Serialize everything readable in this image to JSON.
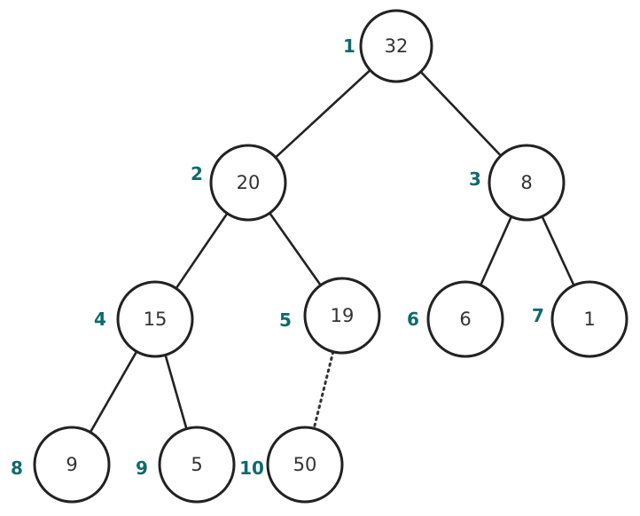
{
  "colors": {
    "index_label": "#0f6b6b",
    "node_stroke": "#222222",
    "edge": "#222222",
    "value_text": "#333333"
  },
  "heap": {
    "nodes": [
      {
        "index": "1",
        "value": "32"
      },
      {
        "index": "2",
        "value": "20"
      },
      {
        "index": "3",
        "value": "8"
      },
      {
        "index": "4",
        "value": "15"
      },
      {
        "index": "5",
        "value": "19"
      },
      {
        "index": "6",
        "value": "6"
      },
      {
        "index": "7",
        "value": "1"
      },
      {
        "index": "8",
        "value": "9"
      },
      {
        "index": "9",
        "value": "5"
      },
      {
        "index": "10",
        "value": "50"
      }
    ],
    "edges": [
      {
        "from": 0,
        "to": 1,
        "style": "solid"
      },
      {
        "from": 0,
        "to": 2,
        "style": "solid"
      },
      {
        "from": 1,
        "to": 3,
        "style": "solid"
      },
      {
        "from": 1,
        "to": 4,
        "style": "solid"
      },
      {
        "from": 2,
        "to": 5,
        "style": "solid"
      },
      {
        "from": 2,
        "to": 6,
        "style": "solid"
      },
      {
        "from": 3,
        "to": 7,
        "style": "solid"
      },
      {
        "from": 3,
        "to": 8,
        "style": "solid"
      },
      {
        "from": 4,
        "to": 9,
        "style": "dotted"
      }
    ]
  }
}
